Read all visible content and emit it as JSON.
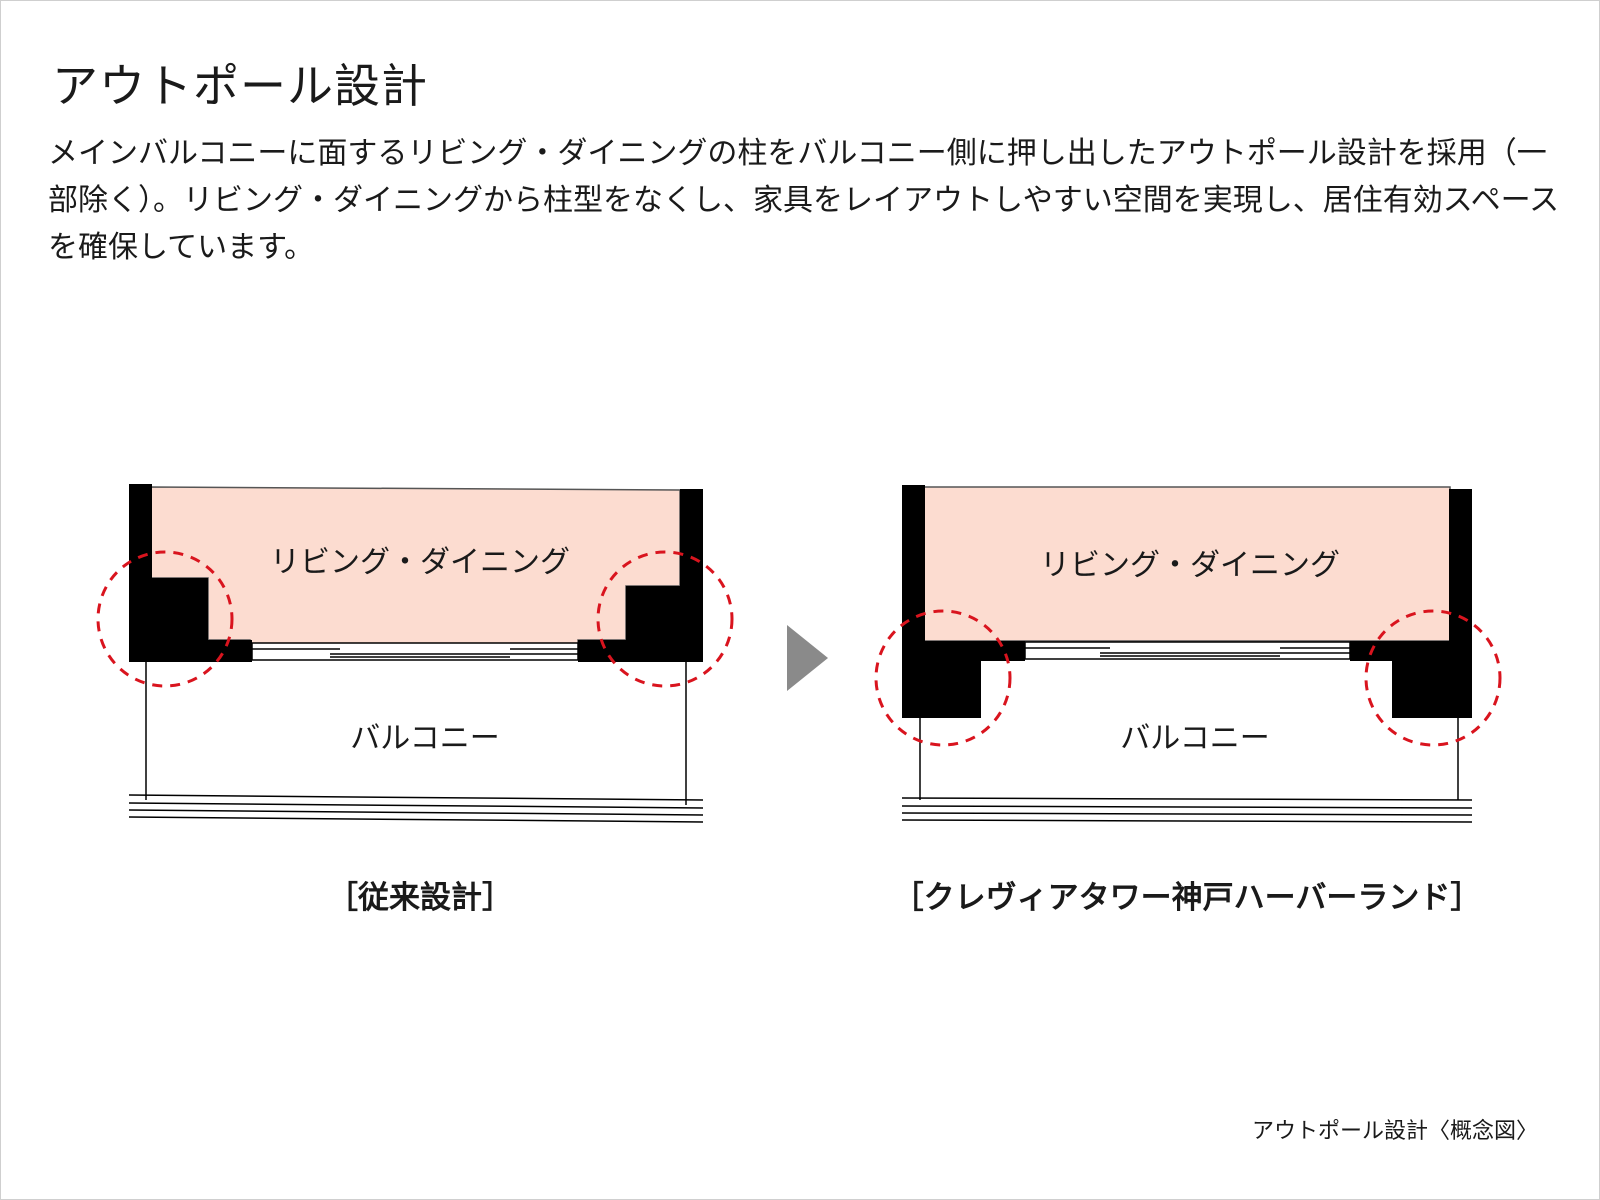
{
  "title": "アウトポール設計",
  "description": "メインバルコニーに面するリビング・ダイニングの柱をバルコニー側に押し出したアウトポール設計を採用（一部除く）。リビング・ダイニングから柱型をなくし、家具をレイアウトしやすい空間を実現し、居住有効スペースを確保しています。",
  "diagrams": {
    "left": {
      "room_label": "リビング・ダイニング",
      "balcony_label": "バルコニー",
      "caption": "［従来設計］"
    },
    "right": {
      "room_label": "リビング・ダイニング",
      "balcony_label": "バルコニー",
      "caption": "［クレヴィアタワー神戸ハーバーランド］"
    }
  },
  "note": "アウトポール設計〈概念図〉",
  "colors": {
    "room_fill": "#fcdcd0",
    "wall": "#000000",
    "highlight_circle": "#d9141e",
    "arrow": "#8a8a8a"
  },
  "icons": [
    "right-arrow-icon"
  ]
}
